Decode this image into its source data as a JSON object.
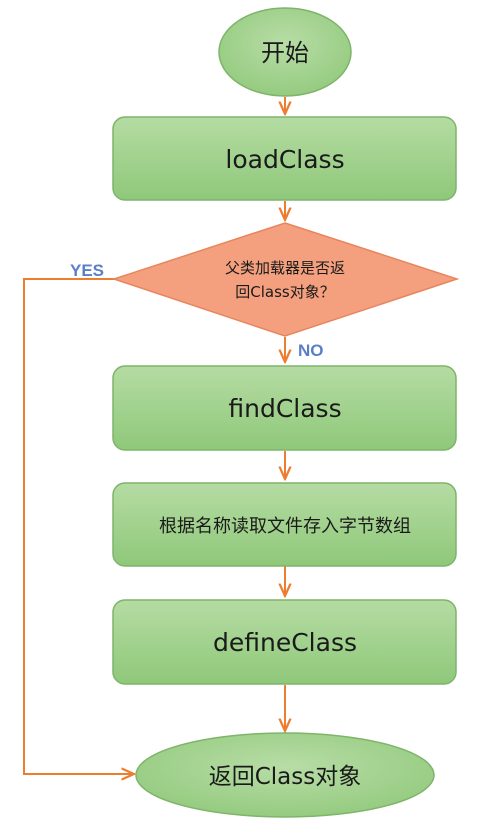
{
  "flowchart": {
    "start": "开始",
    "load_class": "loadClass",
    "decision_line1": "父类加载器是否返",
    "decision_line2": "回Class对象？",
    "yes_label": "YES",
    "no_label": "NO",
    "find_class": "findClass",
    "read_bytes": "根据名称读取文件存入字节数组",
    "define_class": "defineClass",
    "end": "返回Class对象"
  },
  "colors": {
    "green_fill": "#9fd08c",
    "green_stroke": "#7fb46b",
    "orange_fill": "#f4a07f",
    "orange_stroke": "#e8855d",
    "arrow": "#ed7d31",
    "label_blue": "#5b7fc7"
  }
}
